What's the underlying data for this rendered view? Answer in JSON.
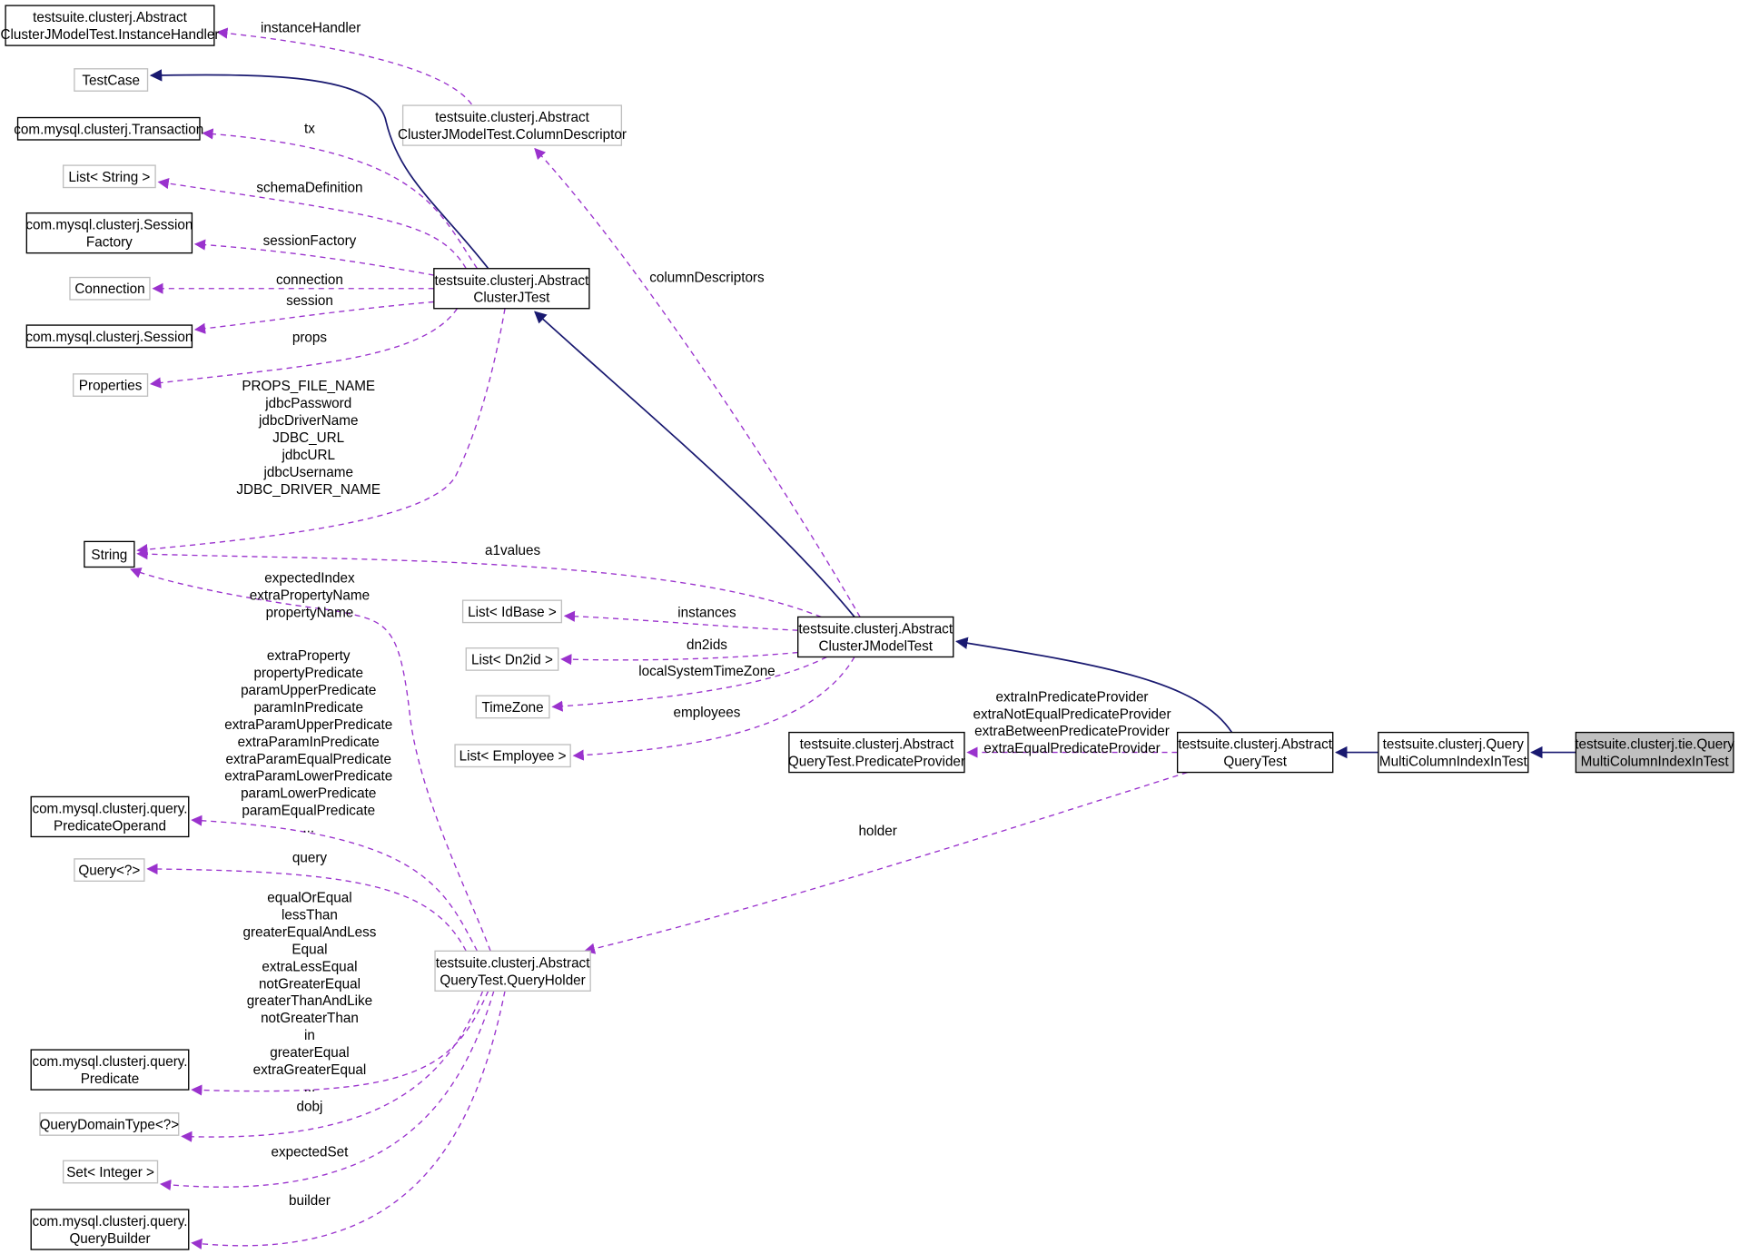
{
  "nodes": [
    {
      "id": "instance_handler",
      "lines": [
        "testsuite.clusterj.Abstract",
        "ClusterJModelTest.InstanceHandler"
      ],
      "style": "black"
    },
    {
      "id": "testcase",
      "lines": [
        "TestCase"
      ],
      "style": "gray"
    },
    {
      "id": "transaction",
      "lines": [
        "com.mysql.clusterj.Transaction"
      ],
      "style": "black"
    },
    {
      "id": "list_string",
      "lines": [
        "List< String >"
      ],
      "style": "gray"
    },
    {
      "id": "session_factory",
      "lines": [
        "com.mysql.clusterj.Session",
        "Factory"
      ],
      "style": "black"
    },
    {
      "id": "connection",
      "lines": [
        "Connection"
      ],
      "style": "gray"
    },
    {
      "id": "session",
      "lines": [
        "com.mysql.clusterj.Session"
      ],
      "style": "black"
    },
    {
      "id": "properties",
      "lines": [
        "Properties"
      ],
      "style": "gray"
    },
    {
      "id": "string",
      "lines": [
        "String"
      ],
      "style": "black"
    },
    {
      "id": "predicate_operand",
      "lines": [
        "com.mysql.clusterj.query.",
        "PredicateOperand"
      ],
      "style": "black"
    },
    {
      "id": "query_generic",
      "lines": [
        "Query<?>"
      ],
      "style": "gray"
    },
    {
      "id": "predicate",
      "lines": [
        "com.mysql.clusterj.query.",
        "Predicate"
      ],
      "style": "black"
    },
    {
      "id": "query_domain_type",
      "lines": [
        "QueryDomainType<?>"
      ],
      "style": "gray"
    },
    {
      "id": "set_integer",
      "lines": [
        "Set< Integer >"
      ],
      "style": "gray"
    },
    {
      "id": "query_builder",
      "lines": [
        "com.mysql.clusterj.query.",
        "QueryBuilder"
      ],
      "style": "black"
    },
    {
      "id": "column_descriptor",
      "lines": [
        "testsuite.clusterj.Abstract",
        "ClusterJModelTest.ColumnDescriptor"
      ],
      "style": "gray"
    },
    {
      "id": "abstract_clusterj_test",
      "lines": [
        "testsuite.clusterj.Abstract",
        "ClusterJTest"
      ],
      "style": "black"
    },
    {
      "id": "list_idbase",
      "lines": [
        "List< IdBase >"
      ],
      "style": "gray"
    },
    {
      "id": "list_dn2id",
      "lines": [
        "List< Dn2id >"
      ],
      "style": "gray"
    },
    {
      "id": "timezone",
      "lines": [
        "TimeZone"
      ],
      "style": "gray"
    },
    {
      "id": "list_employee",
      "lines": [
        "List< Employee >"
      ],
      "style": "gray"
    },
    {
      "id": "abstract_clusterj_model_test",
      "lines": [
        "testsuite.clusterj.Abstract",
        "ClusterJModelTest"
      ],
      "style": "black"
    },
    {
      "id": "predicate_provider",
      "lines": [
        "testsuite.clusterj.Abstract",
        "QueryTest.PredicateProvider"
      ],
      "style": "black"
    },
    {
      "id": "abstract_query_test",
      "lines": [
        "testsuite.clusterj.Abstract",
        "QueryTest"
      ],
      "style": "black"
    },
    {
      "id": "query_multi_column",
      "lines": [
        "testsuite.clusterj.Query",
        "MultiColumnIndexInTest"
      ],
      "style": "black"
    },
    {
      "id": "tie_query_multi_column",
      "lines": [
        "testsuite.clusterj.tie.Query",
        "MultiColumnIndexInTest"
      ],
      "style": "highlight"
    },
    {
      "id": "query_holder",
      "lines": [
        "testsuite.clusterj.Abstract",
        "QueryTest.QueryHolder"
      ],
      "style": "gray"
    }
  ],
  "edges": [
    {
      "id": "e_instance_handler",
      "labels": [
        "instanceHandler"
      ]
    },
    {
      "id": "e_testcase",
      "labels": []
    },
    {
      "id": "e_tx",
      "labels": [
        "tx"
      ]
    },
    {
      "id": "e_schema",
      "labels": [
        "schemaDefinition"
      ]
    },
    {
      "id": "e_session_factory",
      "labels": [
        "sessionFactory"
      ]
    },
    {
      "id": "e_connection",
      "labels": [
        "connection"
      ]
    },
    {
      "id": "e_session",
      "labels": [
        "session"
      ]
    },
    {
      "id": "e_props",
      "labels": [
        "props"
      ]
    },
    {
      "id": "e_string_cjt",
      "labels": [
        "PROPS_FILE_NAME",
        "jdbcPassword",
        "jdbcDriverName",
        "JDBC_URL",
        "jdbcURL",
        "jdbcUsername",
        "JDBC_DRIVER_NAME"
      ]
    },
    {
      "id": "e_column_descriptors",
      "labels": [
        "columnDescriptors"
      ]
    },
    {
      "id": "e_a1values",
      "labels": [
        "a1values"
      ]
    },
    {
      "id": "e_model_to_cjt",
      "labels": []
    },
    {
      "id": "e_instances",
      "labels": [
        "instances"
      ]
    },
    {
      "id": "e_dn2ids",
      "labels": [
        "dn2ids"
      ]
    },
    {
      "id": "e_timezone",
      "labels": [
        "localSystemTimeZone"
      ]
    },
    {
      "id": "e_employees",
      "labels": [
        "employees"
      ]
    },
    {
      "id": "e_query_to_model",
      "labels": []
    },
    {
      "id": "e_predicate_providers",
      "labels": [
        "extraInPredicateProvider",
        "extraNotEqualPredicateProvider",
        "extraBetweenPredicateProvider",
        "extraEqualPredicateProvider"
      ]
    },
    {
      "id": "e_qmc_to_query",
      "labels": []
    },
    {
      "id": "e_tie_to_qmc",
      "labels": []
    },
    {
      "id": "e_holder",
      "labels": [
        "holder"
      ]
    },
    {
      "id": "e_string_holder",
      "labels": [
        "expectedIndex",
        "extraPropertyName",
        "propertyName"
      ]
    },
    {
      "id": "e_predicate_operand",
      "labels": [
        "extraProperty",
        "propertyPredicate",
        "paramUpperPredicate",
        "paramInPredicate",
        "extraParamUpperPredicate",
        "extraParamInPredicate",
        "extraParamEqualPredicate",
        "extraParamLowerPredicate",
        "paramLowerPredicate",
        "paramEqualPredicate",
        "..."
      ]
    },
    {
      "id": "e_query",
      "labels": [
        "query"
      ]
    },
    {
      "id": "e_predicate",
      "labels": [
        "equalOrEqual",
        "lessThan",
        "greaterEqualAndLess",
        "Equal",
        "extraLessEqual",
        "notGreaterEqual",
        "greaterThanAndLike",
        "notGreaterThan",
        "in",
        "greaterEqual",
        "extraGreaterEqual",
        "..."
      ]
    },
    {
      "id": "e_dobj",
      "labels": [
        "dobj"
      ]
    },
    {
      "id": "e_expected_set",
      "labels": [
        "expectedSet"
      ]
    },
    {
      "id": "e_builder",
      "labels": [
        "builder"
      ]
    }
  ],
  "colors": {
    "inheritance": "#191970",
    "usage": "#9a32cd",
    "black_border": "#000000",
    "gray_border": "#bfbfbf",
    "highlight_fill": "#bfbfbf"
  }
}
